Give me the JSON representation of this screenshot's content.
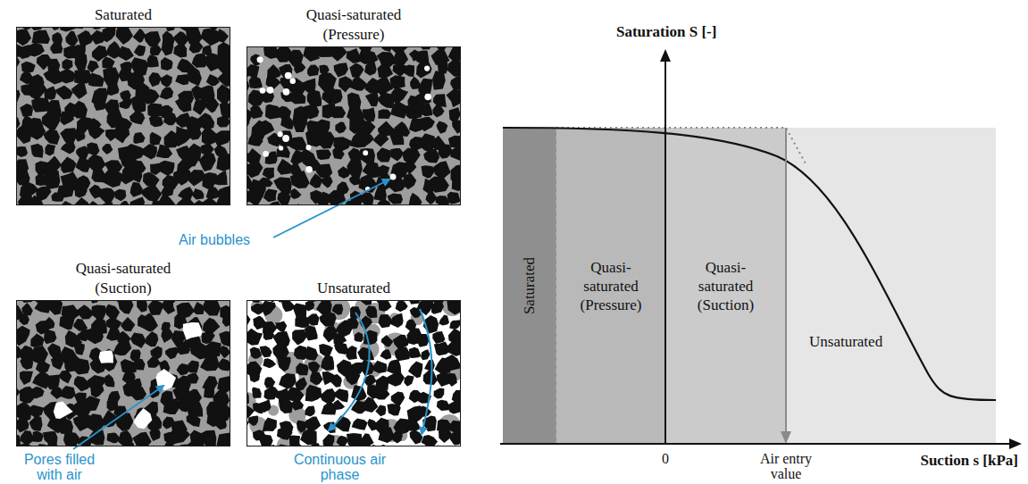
{
  "diagram": {
    "nodes": [
      {
        "text": [
          "Saturated"
        ]
      },
      {
        "text": [
          "Quasi-saturated (Pressure)"
        ]
      },
      {
        "text": [
          "Quasi-saturated (Suction)"
        ]
      },
      {
        "text": [
          "Unsaturated"
        ]
      },
      {
        "text": [
          "Saturated"
        ]
      },
      {
        "text": [
          "Quasi- saturated (Pressure)"
        ]
      },
      {
        "text": [
          "Quasi- saturated (Suction)"
        ]
      },
      {
        "text": [
          "Unsaturated"
        ]
      }
    ],
    "labels": [
      "Air bubbles",
      "Pores filled with air",
      "Continuous air phase",
      "Saturation S [-]",
      "0",
      "Air entry value",
      "Suction s [kPa]"
    ]
  }
}
